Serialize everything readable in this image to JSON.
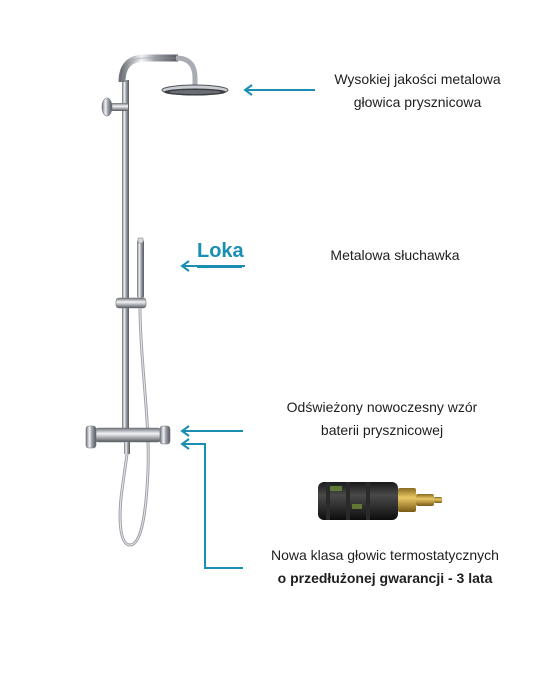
{
  "annotations": {
    "head": {
      "line1": "Wysokiej jakości metalowa",
      "line2": "głowica prysznicowa"
    },
    "brand": "Loka",
    "handshower": "Metalowa słuchawka",
    "mixer": {
      "line1": "Odświeżony nowoczesny wzór",
      "line2": "baterii prysznicowej"
    },
    "cartridge": {
      "line1": "Nowa klasa głowic termostatycznych",
      "line2": "o przedłużonej gwarancji - 3 lata"
    }
  },
  "colors": {
    "arrow": "#1b8fb3",
    "brand": "#1b8fb3",
    "chrome": "#a9adb3"
  }
}
